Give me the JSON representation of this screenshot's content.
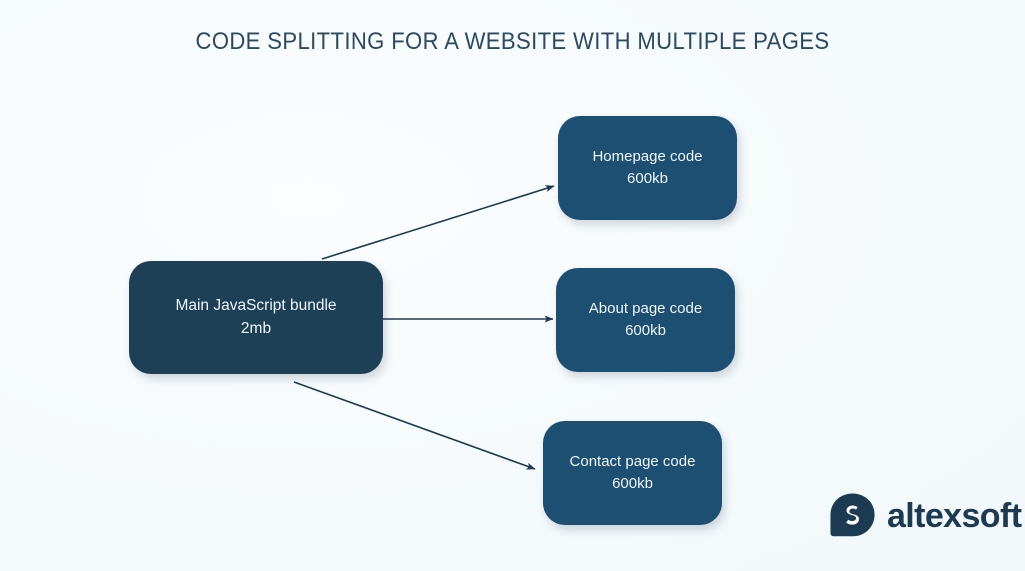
{
  "page": {
    "title": "CODE SPLITTING FOR A WEBSITE WITH MULTIPLE PAGES",
    "background_color": "#f7fbfc"
  },
  "colors": {
    "title_text": "#2b4a60",
    "main_node_fill": "#1d4057",
    "child_node_fill": "#1d4f72",
    "node_text": "#eef6fa",
    "arrow": "#1f3b52",
    "logo": "#1c3a52"
  },
  "diagram": {
    "type": "flow",
    "source": {
      "name": "main-javascript-bundle",
      "label": "Main JavaScript bundle",
      "size": "2mb"
    },
    "targets": [
      {
        "name": "homepage-code",
        "label": "Homepage code",
        "size": "600kb"
      },
      {
        "name": "about-page-code",
        "label": "About page code",
        "size": "600kb"
      },
      {
        "name": "contact-page-code",
        "label": "Contact page code",
        "size": "600kb"
      }
    ]
  },
  "logo": {
    "text": "altexsoft",
    "mark": "altexsoft-speech-bubble-icon"
  }
}
